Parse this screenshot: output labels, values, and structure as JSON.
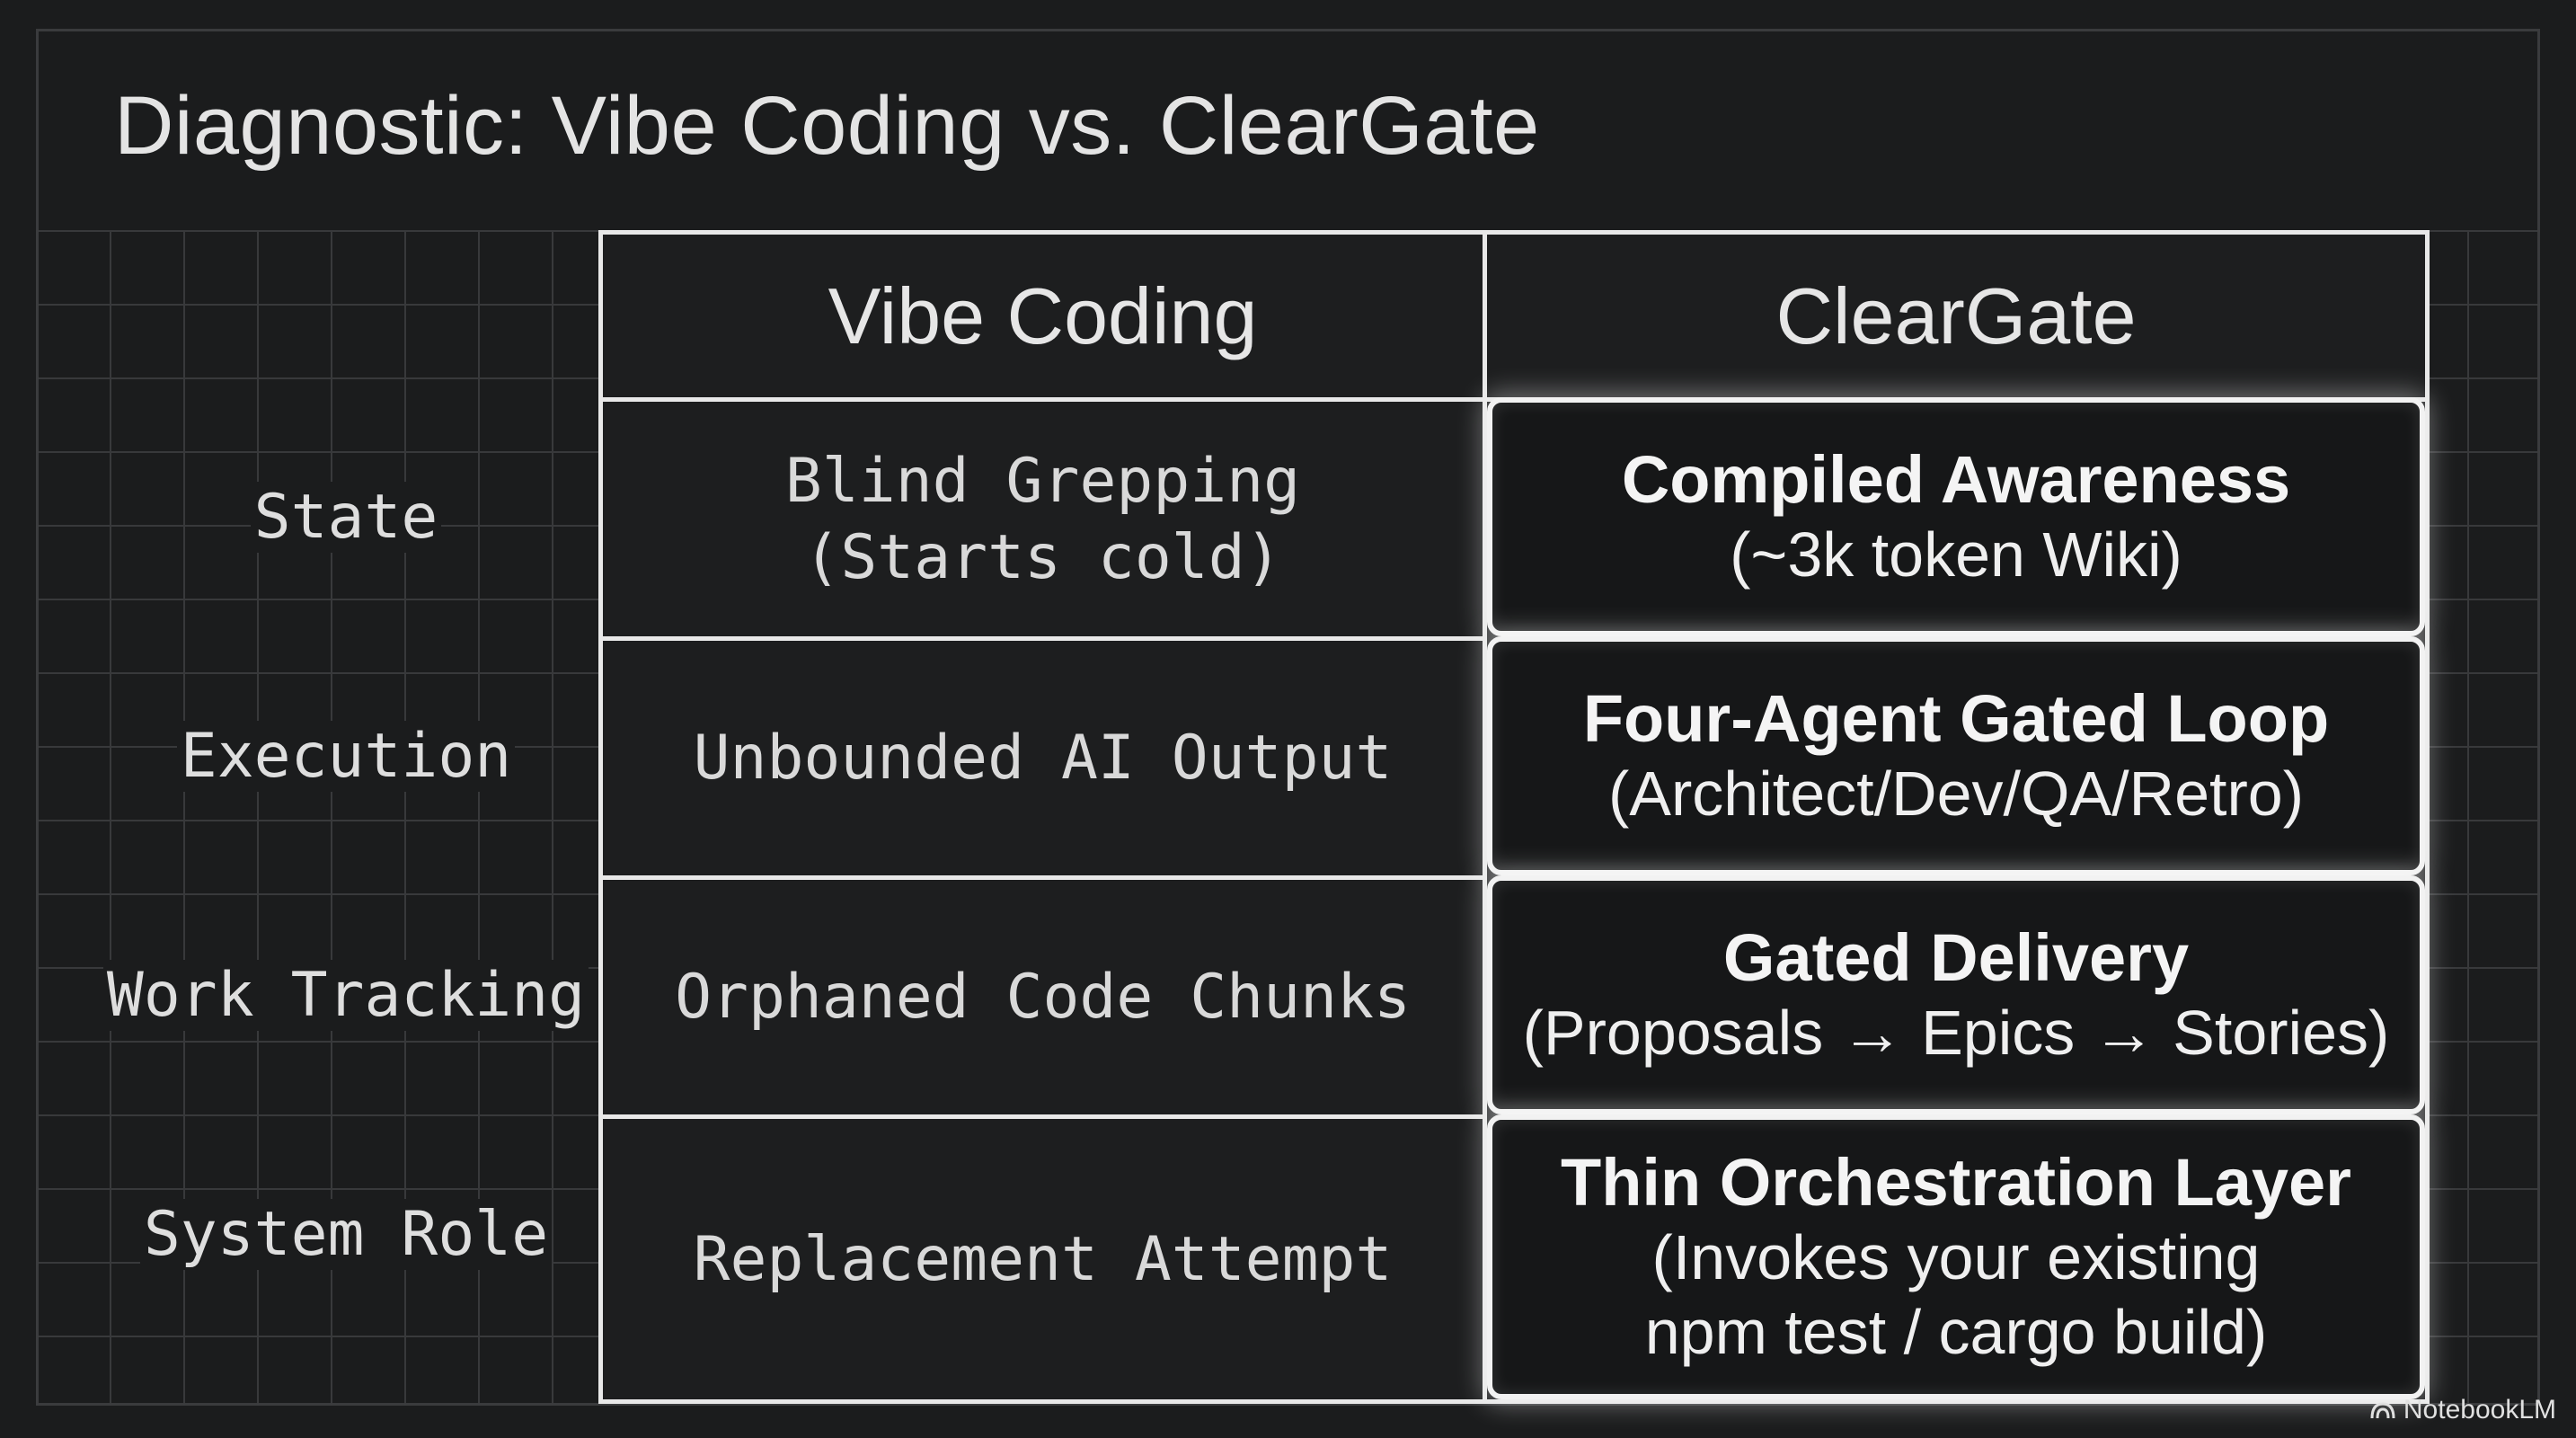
{
  "title": "Diagnostic: Vibe Coding vs. ClearGate",
  "columns": {
    "vibe": "Vibe Coding",
    "cleargate": "ClearGate"
  },
  "rows": [
    {
      "label": "State",
      "vibe": [
        "Blind Grepping",
        "(Starts cold)"
      ],
      "cleargate_title": "Compiled Awareness",
      "cleargate_sub": [
        "(~3k token Wiki)"
      ]
    },
    {
      "label": "Execution",
      "vibe": [
        "Unbounded AI Output"
      ],
      "cleargate_title": "Four-Agent Gated Loop",
      "cleargate_sub": [
        "(Architect/Dev/QA/Retro)"
      ]
    },
    {
      "label": "Work Tracking",
      "vibe": [
        "Orphaned Code Chunks"
      ],
      "cleargate_title": "Gated Delivery",
      "cleargate_sub": [
        "(Proposals → Epics → Stories)"
      ]
    },
    {
      "label": "System Role",
      "vibe": [
        "Replacement Attempt"
      ],
      "cleargate_title": "Thin Orchestration Layer",
      "cleargate_sub": [
        "(Invokes your existing",
        "npm test / cargo build)"
      ]
    }
  ],
  "watermark": "NotebookLM",
  "icons": {
    "watermark": "notebooklm-logo-icon"
  }
}
